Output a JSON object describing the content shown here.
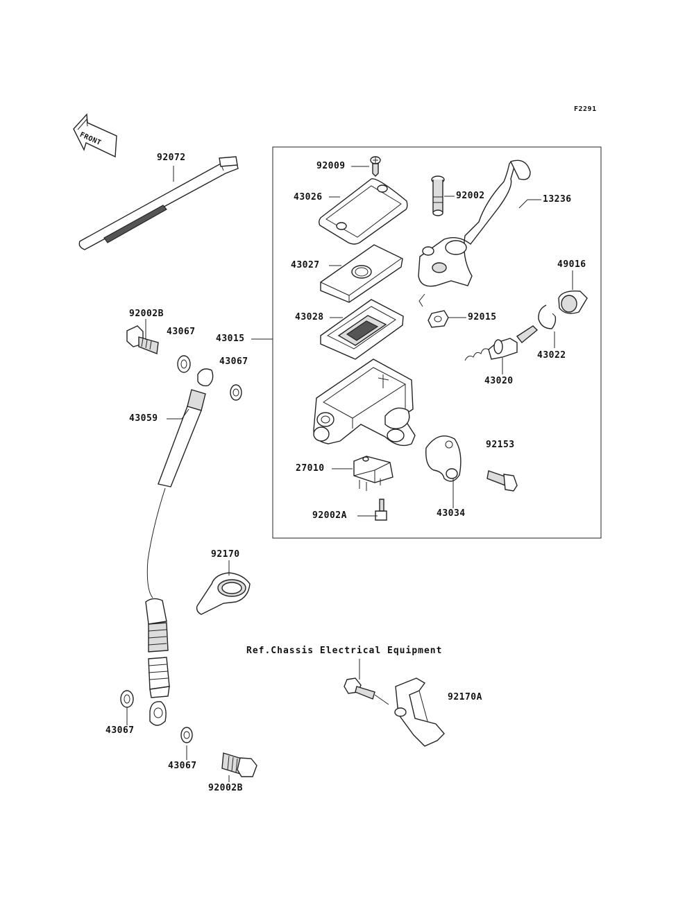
{
  "figure_code": "F2291",
  "front_arrow_label": "FRONT",
  "reference_note": "Ref.Chassis Electrical Equipment",
  "callouts": {
    "p92072": "92072",
    "p92009": "92009",
    "p43026": "43026",
    "p92002": "92002",
    "p13236": "13236",
    "p43027": "43027",
    "p49016": "49016",
    "p92002b_top": "92002B",
    "p43067_a": "43067",
    "p43028": "43028",
    "p92015": "92015",
    "p43015": "43015",
    "p43067_b": "43067",
    "p43022": "43022",
    "p43020": "43020",
    "p43059": "43059",
    "p92153": "92153",
    "p27010": "27010",
    "p43034": "43034",
    "p92002a": "92002A",
    "p92170": "92170",
    "p92170a": "92170A",
    "p43067_c": "43067",
    "p43067_d": "43067",
    "p92002b_bottom": "92002B"
  }
}
